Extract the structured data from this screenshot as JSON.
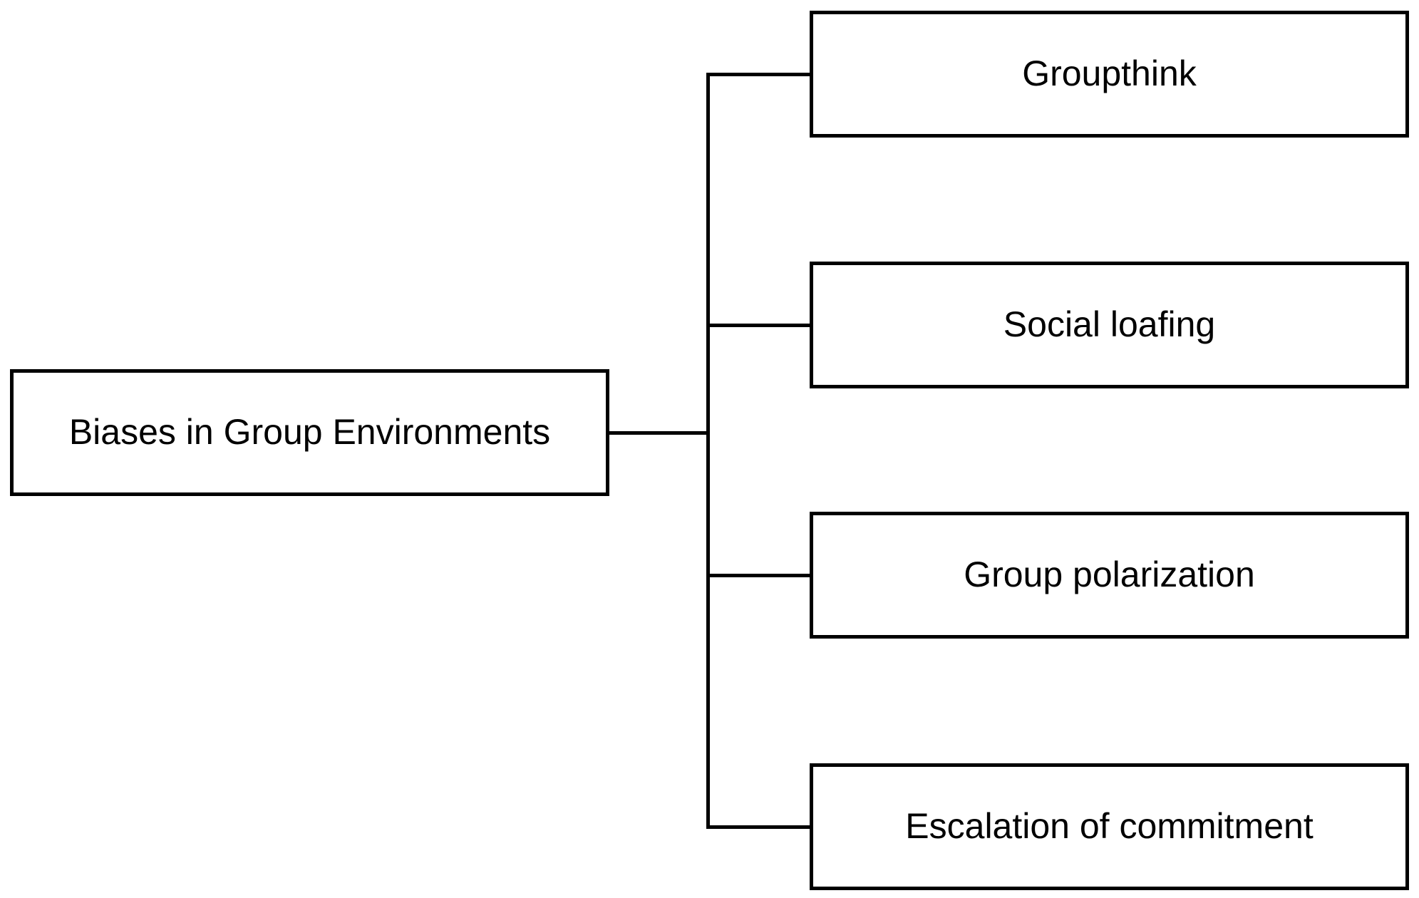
{
  "diagram": {
    "background_color": "#ffffff",
    "line_color": "#000000",
    "text_color": "#000000",
    "root": {
      "label": "Biases in Group Environments"
    },
    "children": [
      {
        "label": "Groupthink"
      },
      {
        "label": "Social loafing"
      },
      {
        "label": "Group polarization"
      },
      {
        "label": "Escalation of commitment"
      }
    ]
  }
}
